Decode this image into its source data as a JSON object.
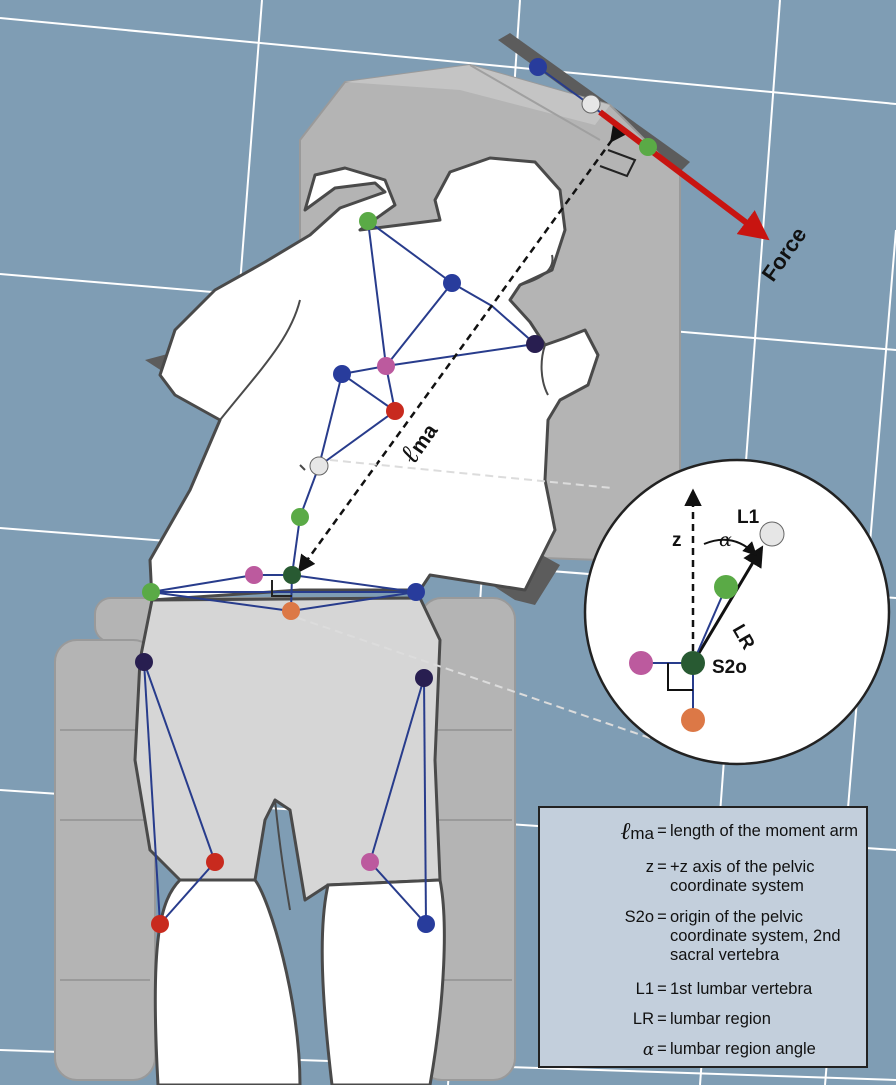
{
  "labels": {
    "force": "Force",
    "moment_arm_symbol": "ℓ",
    "moment_arm_sub": "ma",
    "inset_z": "z",
    "inset_alpha": "α",
    "inset_l1": "L1",
    "inset_lr": "LR",
    "inset_s2o": "S2o"
  },
  "legend": [
    {
      "key": "ℓma",
      "desc": "length of the moment arm"
    },
    {
      "key": "z",
      "desc": "+z axis of the pelvic coordinate system"
    },
    {
      "key": "S2o",
      "desc": "origin of the pelvic coordinate system, 2nd sacral vertebra"
    },
    {
      "key": "L1",
      "desc": "1st lumbar vertebra"
    },
    {
      "key": "LR",
      "desc": "lumbar region"
    },
    {
      "key": "α",
      "desc": "lumbar region angle"
    }
  ],
  "colors": {
    "background": "#7f9db4",
    "grid": "#ffffff",
    "table": "#b4b4b4",
    "body_fill": "#ffffff",
    "legs_fill": "#d6d6d6",
    "outline": "#4a4a4a",
    "segment_line": "#283c8c",
    "force_arrow": "#c81410",
    "marker_green": "#5aaa46",
    "marker_blue": "#283c9c",
    "marker_dark_navy": "#281e50",
    "marker_pink": "#bc5a9e",
    "marker_red": "#c82a1e",
    "marker_white": "#e6e6e6",
    "marker_dark_green": "#285a32",
    "marker_orange": "#dc7846"
  }
}
